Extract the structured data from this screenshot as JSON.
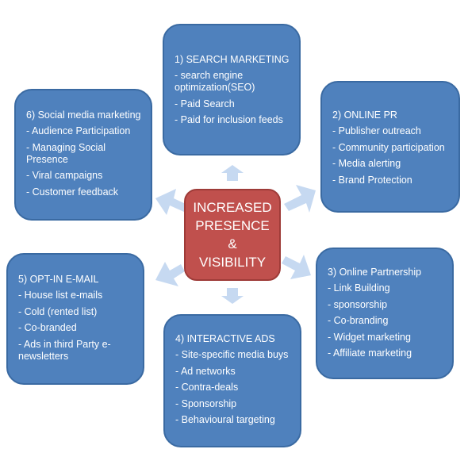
{
  "center": {
    "lines": [
      "INCREASED",
      "PRESENCE",
      "&",
      "VISIBILITY"
    ]
  },
  "boxes": [
    {
      "title": "1) SEARCH MARKETING",
      "items": [
        "search engine optimization(SEO)",
        "Paid Search",
        "Paid for inclusion feeds"
      ]
    },
    {
      "title": "2) ONLINE PR",
      "items": [
        "Publisher outreach",
        "Community participation",
        "Media alerting",
        "Brand Protection"
      ]
    },
    {
      "title": "3) Online Partnership",
      "items": [
        "Link Building",
        "sponsorship",
        "Co-branding",
        "Widget marketing",
        "Affiliate marketing"
      ]
    },
    {
      "title": "4) INTERACTIVE ADS",
      "items": [
        "Site-specific media buys",
        "Ad networks",
        "Contra-deals",
        "Sponsorship",
        "Behavioural targeting"
      ]
    },
    {
      "title": "5) OPT-IN E-MAIL",
      "items": [
        "House list e-mails",
        "Cold (rented list)",
        "Co-branded",
        "Ads in third Party e-newsletters"
      ]
    },
    {
      "title": "6) Social media marketing",
      "items": [
        "Audience Participation",
        "Managing Social Presence",
        "Viral campaigns",
        "Customer feedback"
      ]
    }
  ],
  "colors": {
    "box_fill": "#4f81bd",
    "center_fill": "#c0504d",
    "arrow_fill": "#c6d9f1"
  }
}
